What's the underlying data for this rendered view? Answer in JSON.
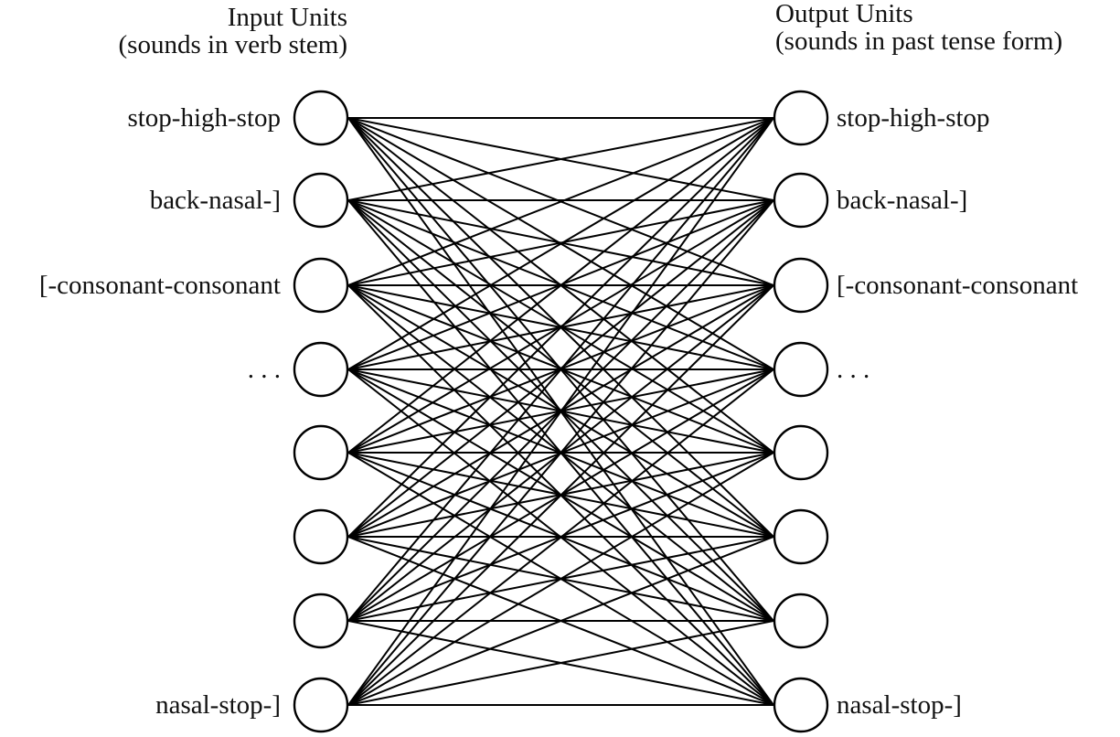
{
  "input_layer": {
    "title": "Input Units",
    "subtitle": "(sounds in verb stem)",
    "units": [
      {
        "label": "stop-high-stop"
      },
      {
        "label": "back-nasal-]"
      },
      {
        "label": "[-consonant-consonant"
      },
      {
        "label": ". . ."
      },
      {
        "label": ""
      },
      {
        "label": ""
      },
      {
        "label": ""
      },
      {
        "label": "nasal-stop-]"
      }
    ]
  },
  "output_layer": {
    "title": "Output Units",
    "subtitle": "(sounds in past tense form)",
    "units": [
      {
        "label": "stop-high-stop"
      },
      {
        "label": "back-nasal-]"
      },
      {
        "label": "[-consonant-consonant"
      },
      {
        "label": ". . ."
      },
      {
        "label": ""
      },
      {
        "label": ""
      },
      {
        "label": ""
      },
      {
        "label": "nasal-stop-]"
      }
    ]
  },
  "connections": "fully-connected"
}
